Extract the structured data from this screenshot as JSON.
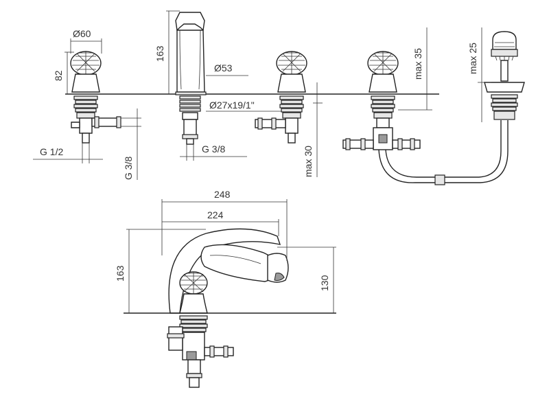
{
  "dimensions": {
    "d60": "Ø60",
    "h82": "82",
    "h163_top": "163",
    "d53": "Ø53",
    "thread": "Ø27x19/1\"",
    "g12": "G 1/2",
    "g38_a": "G 3/8",
    "g38_b": "G 3/8",
    "max30": "max 30",
    "max35": "max 35",
    "max25": "max 25",
    "w248": "248",
    "w224": "224",
    "h163_bottom": "163",
    "h130": "130"
  },
  "colors": {
    "line": "#222222",
    "text": "#333333",
    "fill_light": "#e6e6e6",
    "fill_dark": "#9a9a9a"
  }
}
